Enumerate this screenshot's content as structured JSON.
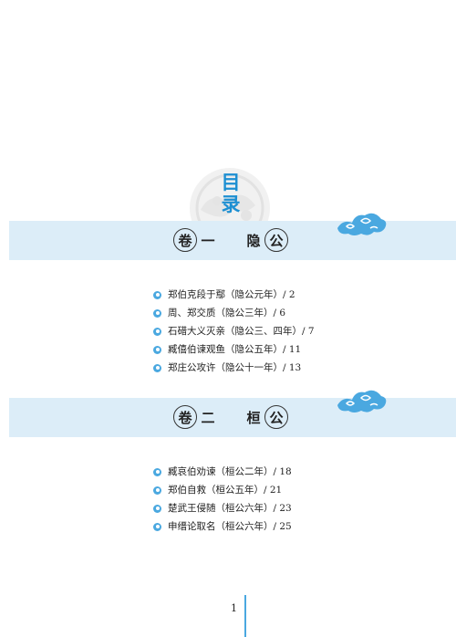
{
  "toc_title": "目录",
  "chapters": [
    {
      "volume": [
        "卷",
        "一"
      ],
      "duke": [
        "隐",
        "公"
      ],
      "items": [
        "郑伯克段于鄢（隐公元年）/ 2",
        "周、郑交质（隐公三年）/ 6",
        "石碏大义灭亲（隐公三、四年）/ 7",
        "臧僖伯谏观鱼（隐公五年）/ 11",
        "郑庄公攻许（隐公十一年）/ 13"
      ]
    },
    {
      "volume": [
        "卷",
        "二"
      ],
      "duke": [
        "桓",
        "公"
      ],
      "items": [
        "臧哀伯劝谏（桓公二年）/ 18",
        "郑伯自救（桓公五年）/ 21",
        "楚武王侵随（桓公六年）/ 23",
        "申缙论取名（桓公六年）/ 25"
      ]
    }
  ],
  "page_number": "1",
  "colors": {
    "accent": "#1d8fd2",
    "band": "#dcedf8",
    "bullet": "#4aa8e0"
  }
}
